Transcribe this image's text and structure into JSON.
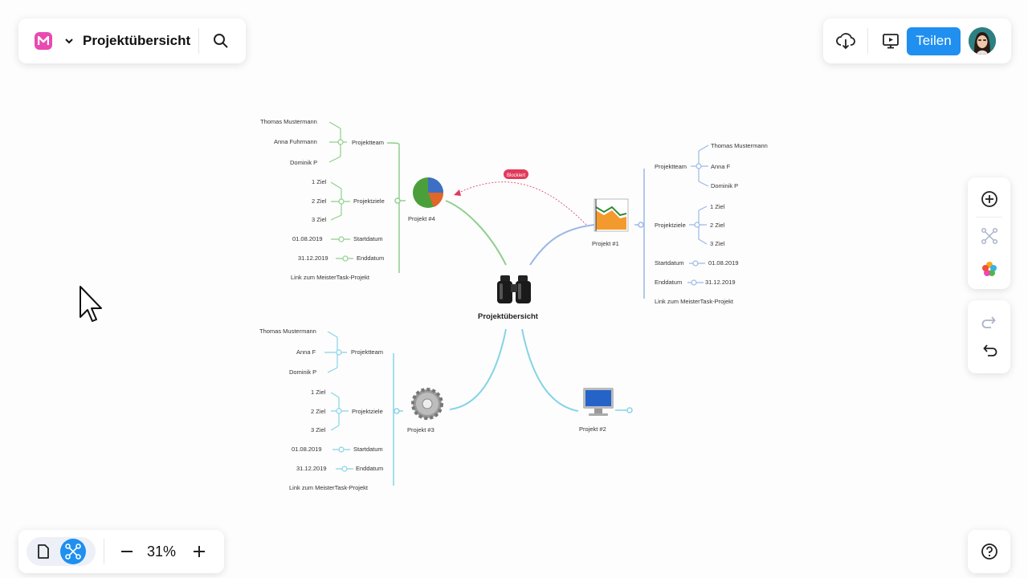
{
  "header": {
    "title": "Projektübersicht"
  },
  "toolbar": {
    "share_label": "Teilen"
  },
  "zoom": {
    "value": "31%"
  },
  "map": {
    "center": "Projektübersicht",
    "blocked_label": "Blockiert",
    "p1": {
      "label": "Projekt #1",
      "team": "Projektteam",
      "members": [
        "Thomas Mustermann",
        "Anna F",
        "Dominik P"
      ],
      "goals": "Projektziele",
      "goal_items": [
        "1 Ziel",
        "2 Ziel",
        "3 Ziel"
      ],
      "start": "Startdatum",
      "start_date": "01.08.2019",
      "end": "Enddatum",
      "end_date": "31.12.2019",
      "link": "Link zum MeisterTask-Projekt"
    },
    "p2": {
      "label": "Projekt #2"
    },
    "p3": {
      "label": "Projekt #3",
      "team": "Projektteam",
      "members": [
        "Thomas Mustermann",
        "Anna F",
        "Dominik P"
      ],
      "goals": "Projektziele",
      "goal_items": [
        "1 Ziel",
        "2 Ziel",
        "3 Ziel"
      ],
      "start": "Startdatum",
      "start_date": "01.08.2019",
      "end": "Enddatum",
      "end_date": "31.12.2019",
      "link": "Link zum MeisterTask-Projekt"
    },
    "p4": {
      "label": "Projekt #4",
      "team": "Projektteam",
      "members": [
        "Thomas Mustermann",
        "Anna Fuhrmann",
        "Dominik P"
      ],
      "goals": "Projektziele",
      "goal_items": [
        "1 Ziel",
        "2 Ziel",
        "3 Ziel"
      ],
      "start": "Startdatum",
      "start_date": "01.08.2019",
      "end": "Enddatum",
      "end_date": "31.12.2019",
      "link": "Link zum MeisterTask-Projekt"
    }
  },
  "colors": {
    "accent": "#1f8ff0",
    "logo": "#e94ab1",
    "green": "#8fd08d",
    "blue": "#9ab8e8",
    "cyan": "#86d4e6",
    "blocked": "#e03a5a"
  }
}
